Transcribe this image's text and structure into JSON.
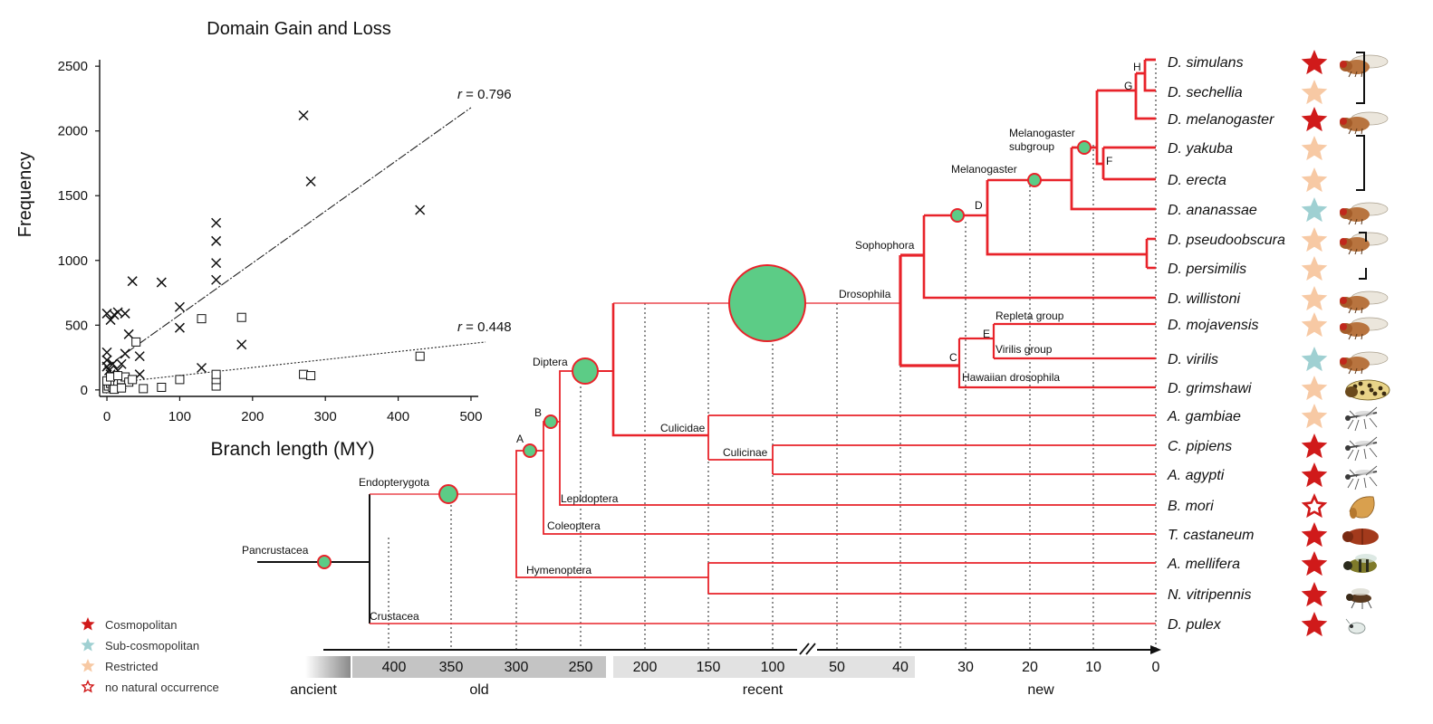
{
  "scatter": {
    "title": "Domain Gain and Loss",
    "ylabel": "Frequency",
    "xlabel": "Branch length (MY)",
    "xticks": [
      "0",
      "100",
      "200",
      "300",
      "400",
      "500"
    ],
    "yticks": [
      "0",
      "500",
      "1000",
      "1500",
      "2000",
      "2500"
    ],
    "r_gain_label": "= 0.796",
    "r_loss_label": "= 0.448",
    "r_symbol": "r"
  },
  "chart_data": {
    "type": "scatter",
    "title": "Domain Gain and Loss",
    "xlabel": "Branch length (MY)",
    "ylabel": "Frequency",
    "xlim": [
      -10,
      510
    ],
    "ylim": [
      -50,
      2550
    ],
    "grid": false,
    "series": [
      {
        "marker": "cross",
        "values": [
          [
            0,
            590
          ],
          [
            5,
            540
          ],
          [
            10,
            580
          ],
          [
            15,
            600
          ],
          [
            25,
            590
          ],
          [
            35,
            840
          ],
          [
            75,
            830
          ],
          [
            150,
            1290
          ],
          [
            150,
            1150
          ],
          [
            150,
            980
          ],
          [
            150,
            850
          ],
          [
            270,
            2120
          ],
          [
            280,
            1610
          ],
          [
            430,
            1390
          ],
          [
            185,
            350
          ],
          [
            130,
            170
          ],
          [
            100,
            640
          ],
          [
            100,
            480
          ],
          [
            30,
            430
          ],
          [
            45,
            260
          ],
          [
            45,
            120
          ],
          [
            25,
            280
          ],
          [
            20,
            200
          ],
          [
            15,
            150
          ],
          [
            10,
            110
          ],
          [
            5,
            90
          ],
          [
            0,
            290
          ],
          [
            0,
            230
          ],
          [
            0,
            180
          ],
          [
            3,
            150
          ],
          [
            5,
            120
          ],
          [
            8,
            200
          ],
          [
            5,
            60
          ],
          [
            2,
            30
          ],
          [
            5,
            10
          ],
          [
            12,
            20
          ],
          [
            20,
            40
          ]
        ],
        "regression": {
          "r": 0.796,
          "line": [
            [
              -5,
              160
            ],
            [
              500,
              2180
            ]
          ]
        }
      },
      {
        "marker": "square",
        "values": [
          [
            0,
            10
          ],
          [
            2,
            30
          ],
          [
            5,
            50
          ],
          [
            8,
            20
          ],
          [
            10,
            40
          ],
          [
            15,
            60
          ],
          [
            20,
            80
          ],
          [
            25,
            100
          ],
          [
            30,
            60
          ],
          [
            35,
            80
          ],
          [
            40,
            370
          ],
          [
            50,
            10
          ],
          [
            75,
            20
          ],
          [
            100,
            80
          ],
          [
            130,
            550
          ],
          [
            150,
            30
          ],
          [
            150,
            80
          ],
          [
            150,
            120
          ],
          [
            185,
            560
          ],
          [
            270,
            120
          ],
          [
            280,
            110
          ],
          [
            430,
            260
          ],
          [
            10,
            5
          ],
          [
            20,
            15
          ],
          [
            0,
            70
          ],
          [
            5,
            100
          ],
          [
            15,
            110
          ]
        ],
        "regression": {
          "r": 0.448,
          "line": [
            [
              0,
              50
            ],
            [
              520,
              370
            ]
          ]
        }
      }
    ]
  },
  "timeline": {
    "ancient_label": "ancient",
    "old_label": "old",
    "recent_label": "recent",
    "new_label": "new",
    "old_ticks": [
      "400",
      "350",
      "300",
      "250"
    ],
    "recent_ticks": [
      "200",
      "150",
      "100",
      "50",
      "40"
    ],
    "new_ticks": [
      "30",
      "20",
      "10",
      "0"
    ],
    "scale_ma": {
      "400": 400,
      "350": 350,
      "300": 300,
      "250": 250,
      "200": 200,
      "150": 150,
      "100": 100,
      "50": 50,
      "40": 40,
      "30": 30,
      "20": 20,
      "10": 10,
      "0": 0
    }
  },
  "species": [
    {
      "name": "D. simulans",
      "status": "cosmopolitan",
      "image": "fly"
    },
    {
      "name": "D. sechellia",
      "status": "restricted",
      "image": ""
    },
    {
      "name": "D. melanogaster",
      "status": "cosmopolitan",
      "image": "fly"
    },
    {
      "name": "D. yakuba",
      "status": "restricted",
      "image": ""
    },
    {
      "name": "D. erecta",
      "status": "restricted",
      "image": ""
    },
    {
      "name": "D. ananassae",
      "status": "sub-cosmopolitan",
      "image": "fly"
    },
    {
      "name": "D. pseudoobscura",
      "status": "restricted",
      "image": "fly"
    },
    {
      "name": "D. persimilis",
      "status": "restricted",
      "image": ""
    },
    {
      "name": "D. willistoni",
      "status": "restricted",
      "image": "fly"
    },
    {
      "name": "D. mojavensis",
      "status": "restricted",
      "image": "fly"
    },
    {
      "name": "D. virilis",
      "status": "sub-cosmopolitan",
      "image": "fly"
    },
    {
      "name": "D. grimshawi",
      "status": "restricted",
      "image": "spotted-fly"
    },
    {
      "name": "A. gambiae",
      "status": "restricted",
      "image": "mosquito"
    },
    {
      "name": "C. pipiens",
      "status": "cosmopolitan",
      "image": "mosquito"
    },
    {
      "name": "A. agypti",
      "status": "cosmopolitan",
      "image": "mosquito"
    },
    {
      "name": "B. mori",
      "status": "no-natural-occurrence",
      "image": "moth"
    },
    {
      "name": "T. castaneum",
      "status": "cosmopolitan",
      "image": "beetle"
    },
    {
      "name": "A. mellifera",
      "status": "cosmopolitan",
      "image": "bee"
    },
    {
      "name": "N. vitripennis",
      "status": "cosmopolitan",
      "image": "wasp"
    },
    {
      "name": "D. pulex",
      "status": "cosmopolitan",
      "image": "daphnia"
    }
  ],
  "clade_labels": {
    "pancrustacea": "Pancrustacea",
    "endopterygota": "Endopterygota",
    "crustacea": "Crustacea",
    "hymenoptera": "Hymenoptera",
    "coleoptera": "Coleoptera",
    "lepidoptera": "Lepidoptera",
    "diptera": "Diptera",
    "culicidae": "Culicidae",
    "culicinae": "Culicinae",
    "drosophila": "Drosophila",
    "sophophora": "Sophophora",
    "melanogaster": "Melanogaster",
    "melanogaster_subgroup_1": "Melanogaster",
    "melanogaster_subgroup_2": "subgroup",
    "repleta": "Repleta group",
    "virilis": "Virilis group",
    "hawaiian": "Hawaiian drosophila"
  },
  "node_letters": [
    "A",
    "B",
    "C",
    "D",
    "E",
    "F",
    "G",
    "H"
  ],
  "node_sizes": {
    "pancrustacea": "small",
    "endopterygota": "medium",
    "A": "small",
    "B": "small",
    "diptera": "large",
    "drosophila": "huge",
    "sophophora": "small",
    "melanogaster": "small",
    "melanogaster_subgroup": "small"
  },
  "legend": [
    {
      "label": "Cosmopolitan",
      "status": "cosmopolitan"
    },
    {
      "label": "Sub-cosmopolitan",
      "status": "sub-cosmopolitan"
    },
    {
      "label": "Restricted",
      "status": "restricted"
    },
    {
      "label": "no natural occurrence",
      "status": "no-natural-occurrence"
    }
  ],
  "colors": {
    "branch": "#e8232a",
    "node_fill": "#5ccc86",
    "cosmopolitan": "#d01a1a",
    "sub_cosmopolitan": "#9fd0d2",
    "restricted": "#f7c9a4",
    "timeline_dark": "#bdbdbd",
    "timeline_light": "#e3e3e3"
  }
}
